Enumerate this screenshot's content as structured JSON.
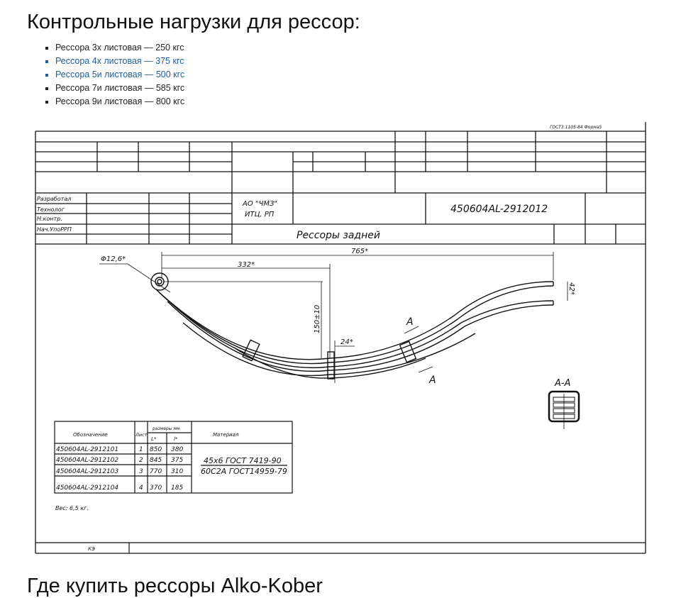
{
  "heading": "Контрольные нагрузки для рессор:",
  "loads": [
    {
      "text": "Рессора 3х листовая — 250 кгс",
      "link": false
    },
    {
      "text": "Рессора 4х листовая — 375 кгс",
      "link": true
    },
    {
      "text": "Рессора 5и листовая — 500 кгс",
      "link": true
    },
    {
      "text": "Рессора 7и листовая — 585 кгс",
      "link": false
    },
    {
      "text": "Рессора 9и листовая — 800 кгс",
      "link": false
    }
  ],
  "drawing": {
    "form": "ГОСТ3.1105-84 Форма5",
    "roles": [
      "Разработал",
      "Технолог",
      "Н.контр.",
      "Нач.УпоРРП"
    ],
    "org_line1": "АО \"ЧМЗ\"",
    "org_line2": "ИТЦ, РП",
    "code": "450604AL-2912012",
    "title": "Рессоры задней",
    "dims": {
      "eye": "Φ12,6*",
      "overall": "765*",
      "center": "332*",
      "height": "150±10",
      "width": "24*",
      "gap": "42*",
      "section_mark": "A",
      "section_title": "А-А"
    },
    "table": {
      "headers": {
        "designation": "Обозначение",
        "sheet": "Лист",
        "sizes": "размеры мм",
        "L": "L*",
        "l": "l*",
        "material": "Материал"
      },
      "rows": [
        {
          "designation": "450604AL-2912101",
          "sheet": "1",
          "L": "850",
          "l": "380"
        },
        {
          "designation": "450604AL-2912102",
          "sheet": "2",
          "L": "845",
          "l": "375"
        },
        {
          "designation": "450604AL-2912103",
          "sheet": "3",
          "L": "770",
          "l": "310"
        },
        {
          "designation": "450604AL-2912104",
          "sheet": "4",
          "L": "370",
          "l": "185"
        }
      ],
      "material_line1": "45х6 ГОСТ 7419-90",
      "material_line2": "60С2А ГОСТ14959-79"
    },
    "weight": "Вес: 6,5 кг.",
    "footer_code": "КЭ"
  },
  "next_heading": "Где купить рессоры Alko-Kober"
}
